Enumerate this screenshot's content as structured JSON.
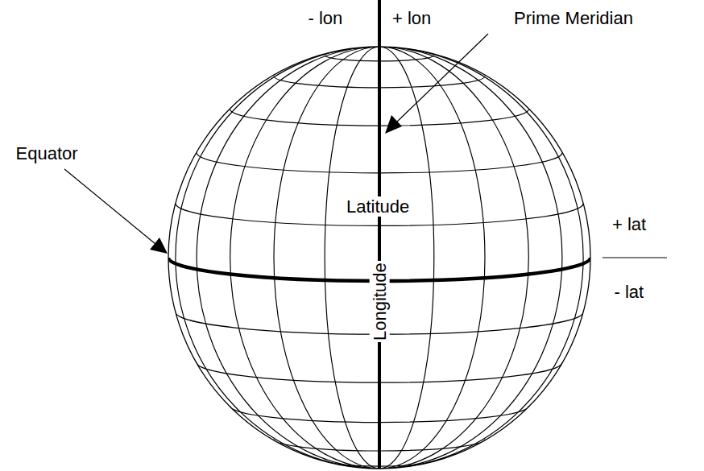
{
  "diagram": {
    "labels": [
      "- lon",
      "+ lon",
      "Prime Meridian",
      "Equator",
      "Latitude",
      "Longitude",
      "+ lat",
      "- lat"
    ]
  }
}
